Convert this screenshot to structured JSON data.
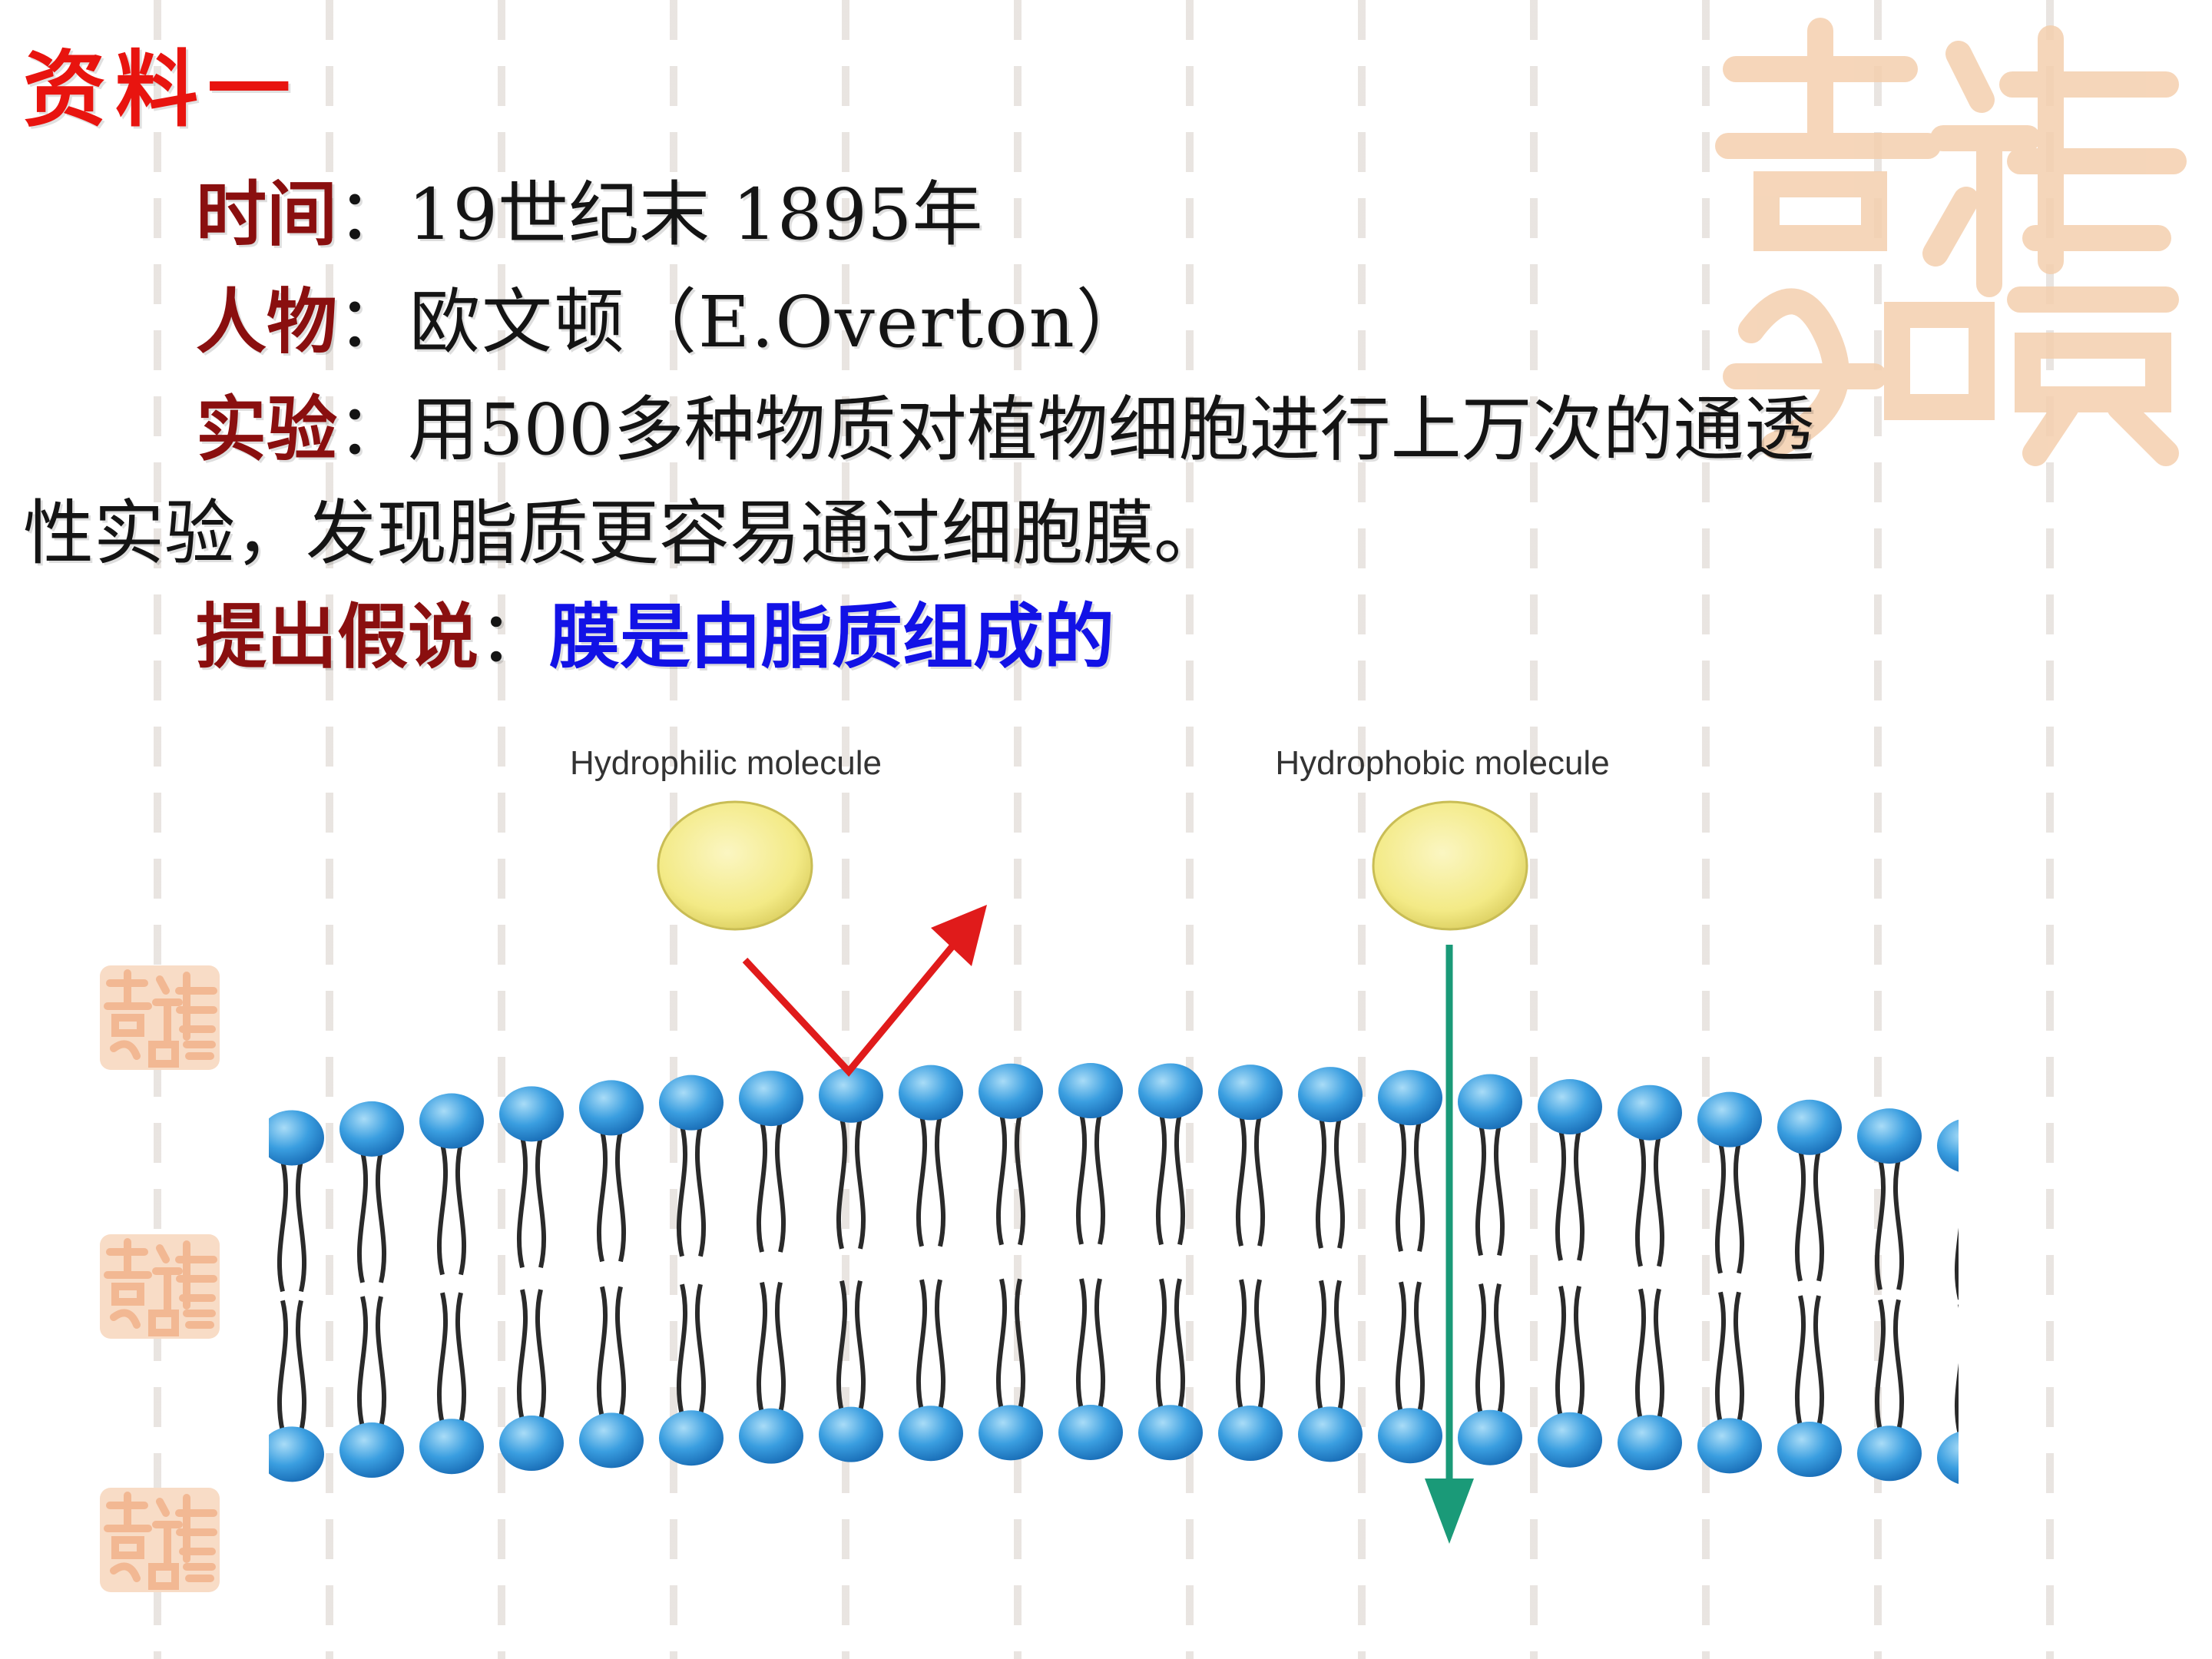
{
  "slide": {
    "title": "资料一",
    "time_label": "时间",
    "time_value": "：19世纪末 1895年",
    "person_label": "人物",
    "person_value": "：欧文顿（E.Overton）",
    "experiment_label": "实验",
    "experiment_value_1": "：用500多种物质对植物细胞进行上万次的通透",
    "experiment_value_2": "性实验，发现脂质更容易通过细胞膜。",
    "hypothesis_label": "提出假说",
    "hypothesis_sep": "：",
    "hypothesis_value": "膜是由脂质组成的"
  },
  "diagram": {
    "hydrophilic_label": "Hydrophilic molecule",
    "hydrophobic_label": "Hydrophobic molecule"
  },
  "colors": {
    "title_red": "#e8140f",
    "label_darkred": "#8a0f0f",
    "hypothesis_blue": "#1212e6",
    "lipid_head_blue": "#3a9ee0",
    "molecule_yellow": "#f3ea86",
    "arrow_red": "#e01b1b",
    "arrow_green": "#1a9a78",
    "seal_orange": "#f2c8a6"
  }
}
